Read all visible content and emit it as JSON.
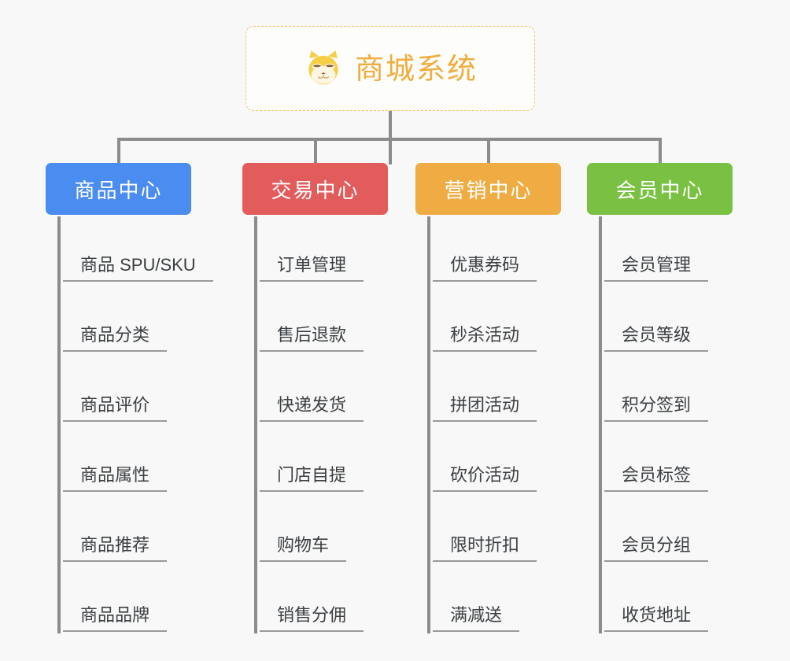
{
  "page": {
    "background_color": "#f8f8f8",
    "line_color": "#8c8c8c",
    "leaf_text_color": "#3c4043"
  },
  "root": {
    "title": "商城系统",
    "icon": "shiba-dog-face-icon",
    "text_color": "#f0ad3c",
    "border_color": "#f2c268",
    "background_color": "#fdfdfc"
  },
  "columns": [
    {
      "id": "product-center",
      "label": "商品中心",
      "color": "#4a8cf0",
      "items": [
        "商品 SPU/SKU",
        "商品分类",
        "商品评价",
        "商品属性",
        "商品推荐",
        "商品品牌"
      ]
    },
    {
      "id": "trade-center",
      "label": "交易中心",
      "color": "#e35c5c",
      "items": [
        "订单管理",
        "售后退款",
        "快递发货",
        "门店自提",
        "购物车",
        "销售分佣"
      ]
    },
    {
      "id": "marketing-center",
      "label": "营销中心",
      "color": "#eeac43",
      "items": [
        "优惠券码",
        "秒杀活动",
        "拼团活动",
        "砍价活动",
        "限时折扣",
        "满减送"
      ]
    },
    {
      "id": "member-center",
      "label": "会员中心",
      "color": "#7ac143",
      "items": [
        "会员管理",
        "会员等级",
        "积分签到",
        "会员标签",
        "会员分组",
        "收货地址"
      ]
    }
  ]
}
